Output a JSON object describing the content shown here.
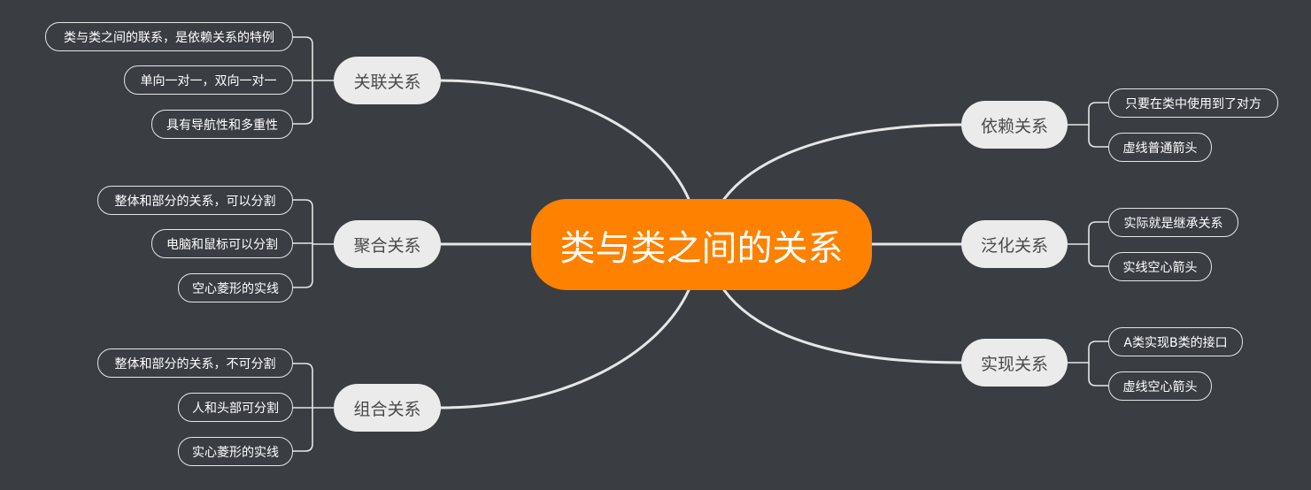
{
  "root": {
    "label": "类与类之间的关系"
  },
  "branches": [
    {
      "label": "关联关系",
      "children": [
        "类与类之间的联系，是依赖关系的特例",
        "单向一对一，双向一对一",
        "具有导航性和多重性"
      ]
    },
    {
      "label": "聚合关系",
      "children": [
        "整体和部分的关系，可以分割",
        "电脑和鼠标可以分割",
        "空心菱形的实线"
      ]
    },
    {
      "label": "组合关系",
      "children": [
        "整体和部分的关系，不可分割",
        "人和头部可分割",
        "实心菱形的实线"
      ]
    },
    {
      "label": "依赖关系",
      "children": [
        "只要在类中使用到了对方",
        "虚线普通箭头"
      ]
    },
    {
      "label": "泛化关系",
      "children": [
        "实际就是继承关系",
        "实线空心箭头"
      ]
    },
    {
      "label": "实现关系",
      "children": [
        "A类实现B类的接口",
        "虚线空心箭头"
      ]
    }
  ],
  "colors": {
    "background": "#3a3d42",
    "root": "#fe8100",
    "branch": "#ebebeb",
    "line": "#e6e6e6"
  }
}
